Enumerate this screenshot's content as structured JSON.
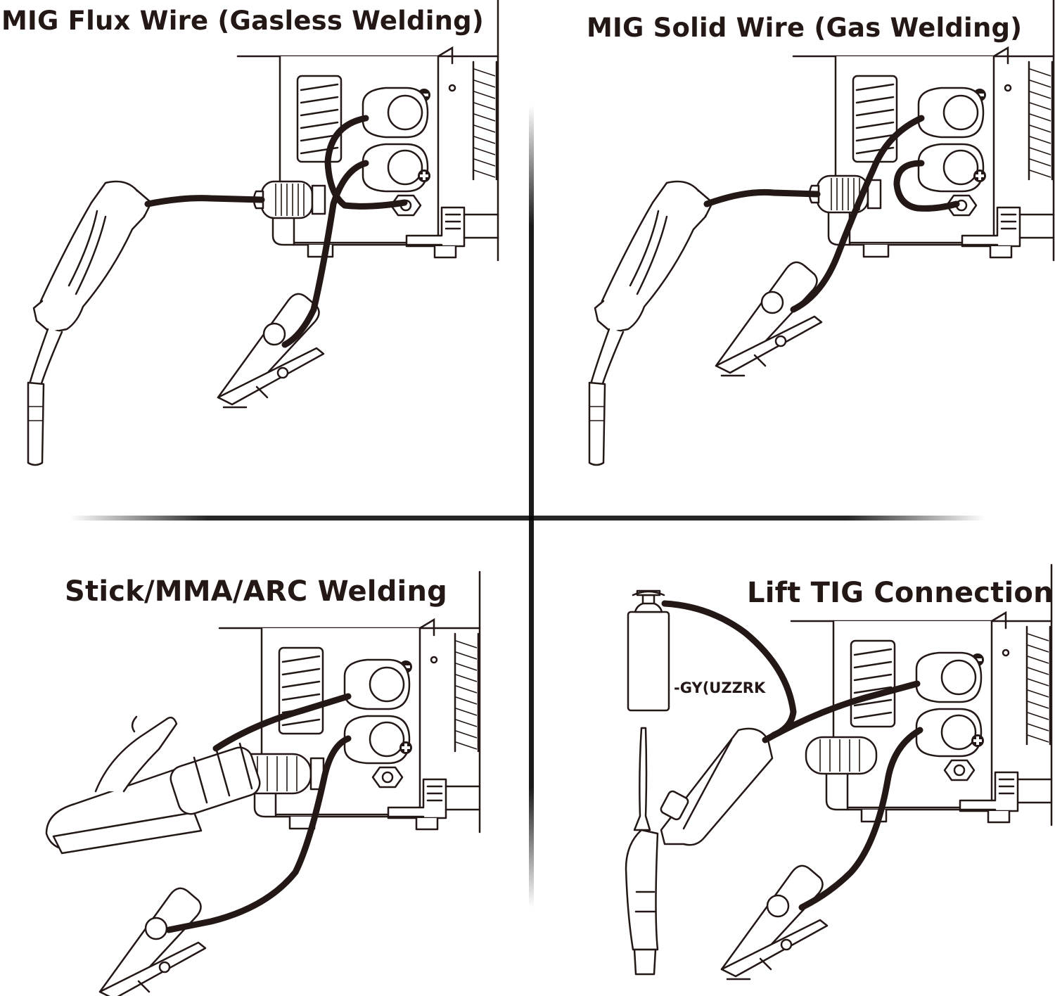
{
  "panels": [
    {
      "title": "MIG Flux Wire (Gasless Welding)"
    },
    {
      "title": "MIG Solid Wire (Gas Welding)"
    },
    {
      "title": "Stick/MMA/ARC Welding"
    },
    {
      "title": "Lift TIG Connection"
    }
  ],
  "gas_cylinder_label": "-GY(UZZRK",
  "terminal_negative": "−",
  "terminal_positive": "+",
  "colors": {
    "line": "#231815",
    "background": "#ffffff",
    "divider": "#000000"
  }
}
